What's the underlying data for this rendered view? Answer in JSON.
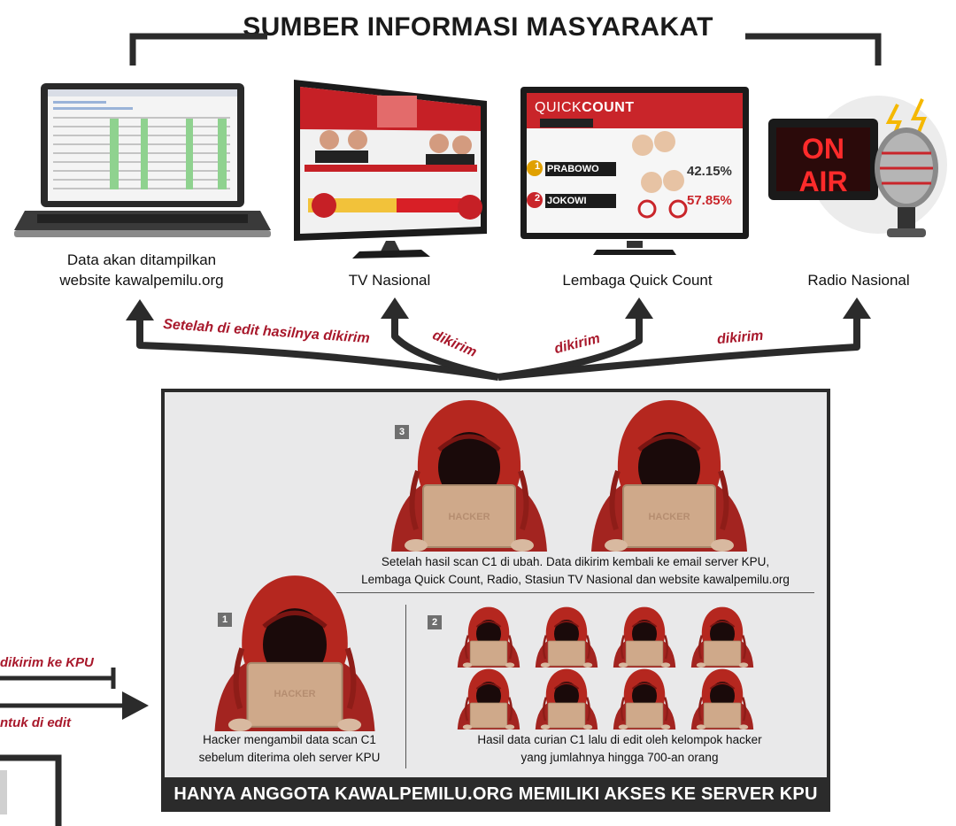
{
  "title": "SUMBER INFORMASI MASYARAKAT",
  "sources": [
    {
      "label_line1": "Data akan ditampilkan",
      "label_line2": "website kawalpemilu.org",
      "icon": "laptop-icon"
    },
    {
      "label_line1": "TV Nasional",
      "icon": "tv-icon"
    },
    {
      "label_line1": "Lembaga Quick Count",
      "icon": "monitor-icon"
    },
    {
      "label_line1": "Radio Nasional",
      "icon": "on-air-microphone-icon"
    }
  ],
  "arrows": {
    "edit_sent": "Setelah di edit hasilnya dikirim",
    "sent_tv": "dikirim",
    "sent_qc": "dikirim",
    "sent_radio": "dikirim"
  },
  "quick_count": {
    "header_light": "QUICK",
    "header_bold": "COUNT",
    "candidates": [
      {
        "number": "1",
        "name": "PRABOWO",
        "percent": "42.15%"
      },
      {
        "number": "2",
        "name": "JOKOWI",
        "percent": "57.85%"
      }
    ]
  },
  "radio_sign": "ON AIR",
  "hacker_laptop_text": "HACKER",
  "steps": {
    "step3": {
      "badge": "3",
      "caption_line1": "Setelah hasil scan C1 di ubah. Data dikirim kembali ke email server KPU,",
      "caption_line2": "Lembaga Quick Count, Radio, Stasiun TV Nasional dan website kawalpemilu.org"
    },
    "step1": {
      "badge": "1",
      "caption_line1": "Hacker mengambil data scan C1",
      "caption_line2": "sebelum diterima oleh server KPU"
    },
    "step2": {
      "badge": "2",
      "caption_line1": "Hasil data curian C1 lalu di edit oleh kelompok hacker",
      "caption_line2": "yang jumlahnya hingga 700-an orang"
    }
  },
  "footer": "HANYA ANGGOTA KAWALPEMILU.ORG MEMILIKI AKSES KE SERVER KPU",
  "left_labels": {
    "top": "dikirim ke KPU",
    "bottom": "ntuk di edit"
  },
  "colors": {
    "accent_red": "#a8182b",
    "hood_red": "#b0231f",
    "dark": "#2b2b2b",
    "panel_bg": "#e9e9ea"
  }
}
